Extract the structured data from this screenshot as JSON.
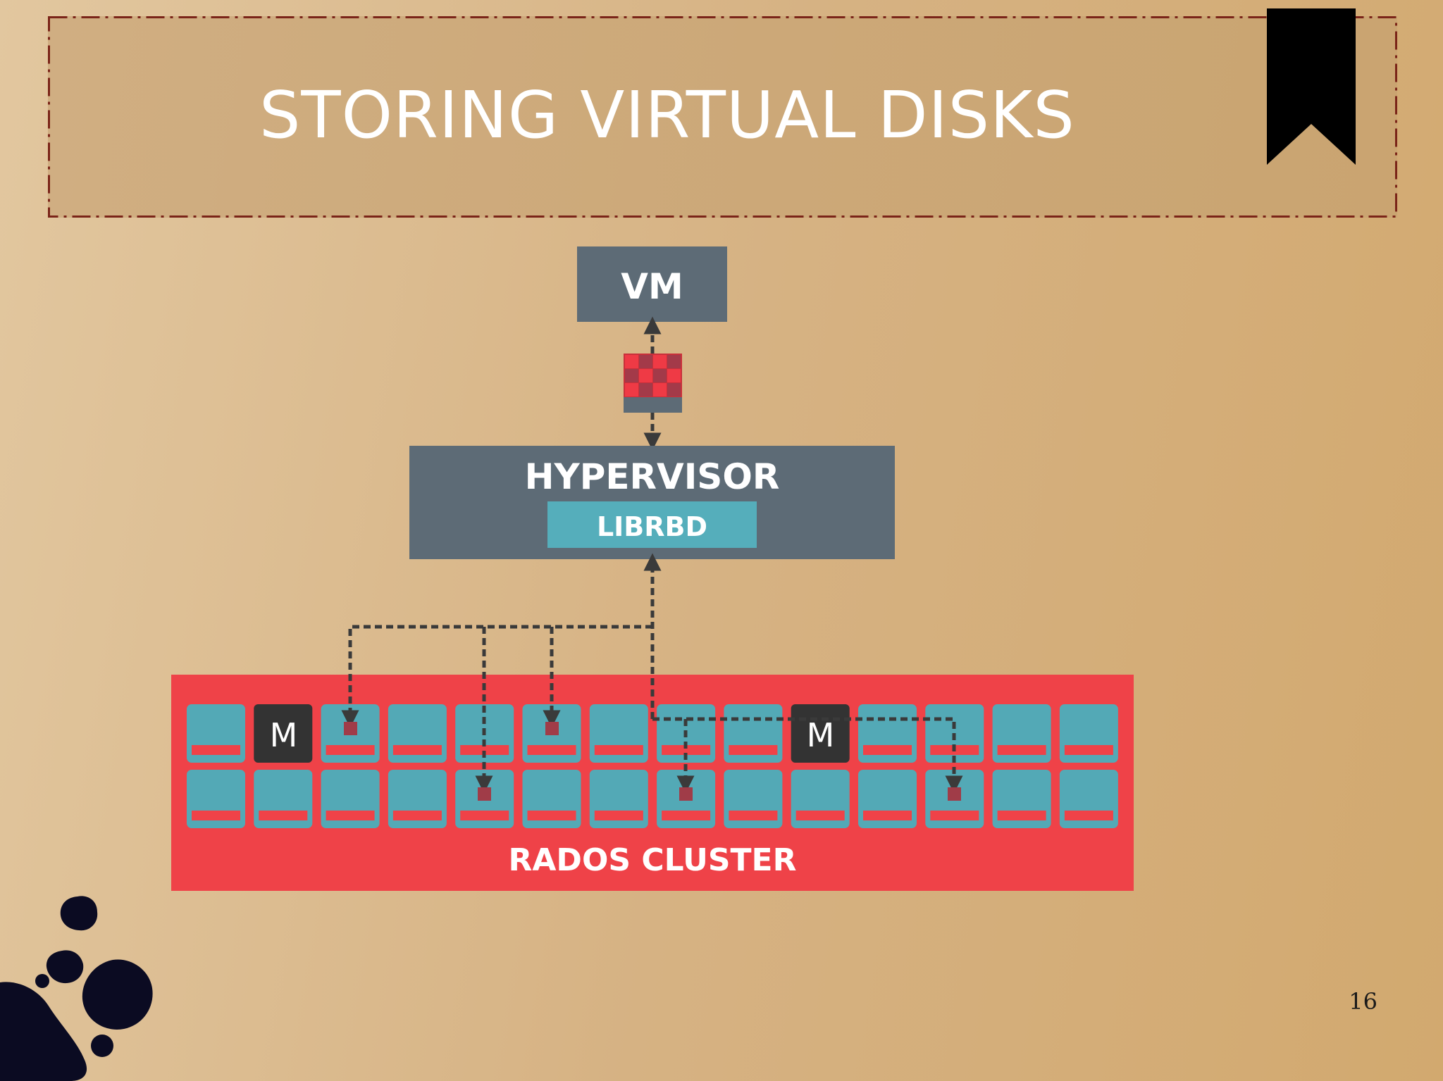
{
  "slide": {
    "title": "STORING VIRTUAL DISKS",
    "page_number": "16"
  },
  "diagram": {
    "vm_label": "VM",
    "hypervisor_label": "HYPERVISOR",
    "librbd_label": "LIBRBD",
    "cluster_label": "RADOS CLUSTER",
    "monitor_label": "M"
  },
  "colors": {
    "title_text": "#ffffff",
    "frame_border": "#7a2418",
    "box_gray": "#5d6b76",
    "librbd_teal": "#55aebb",
    "cluster_red": "#ef4248",
    "osd_teal": "#53a9b6",
    "osd_stripe": "#ef4248",
    "monitor_dark": "#333333",
    "object_marker": "#a03c48",
    "arrow": "#3a3a3a",
    "bookmark": "#000000",
    "ink": "#0b0b22"
  }
}
